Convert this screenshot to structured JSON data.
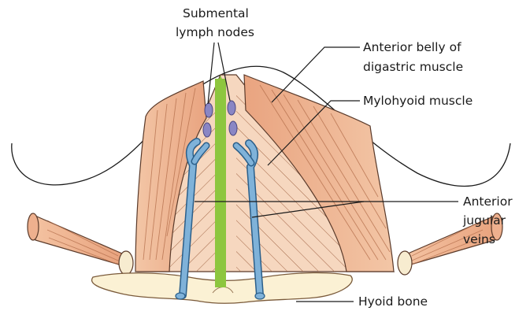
{
  "labels": {
    "submental_line1": "Submental",
    "submental_line2": "lymph nodes",
    "anterior_belly_line1": "Anterior belly of",
    "anterior_belly_line2": "digastric muscle",
    "mylohyoid": "Mylohyoid muscle",
    "jugular_line1": "Anterior",
    "jugular_line2": "jugular",
    "jugular_line3": "veins",
    "hyoid": "Hyoid bone"
  },
  "colors": {
    "muscle_light": "#f6d2b6",
    "muscle_mid": "#eeb08e",
    "vein_blue": "#7fb2d9",
    "green_line": "#8dc63f",
    "node_purple": "#8a86c4",
    "bone": "#fbf1d4"
  }
}
